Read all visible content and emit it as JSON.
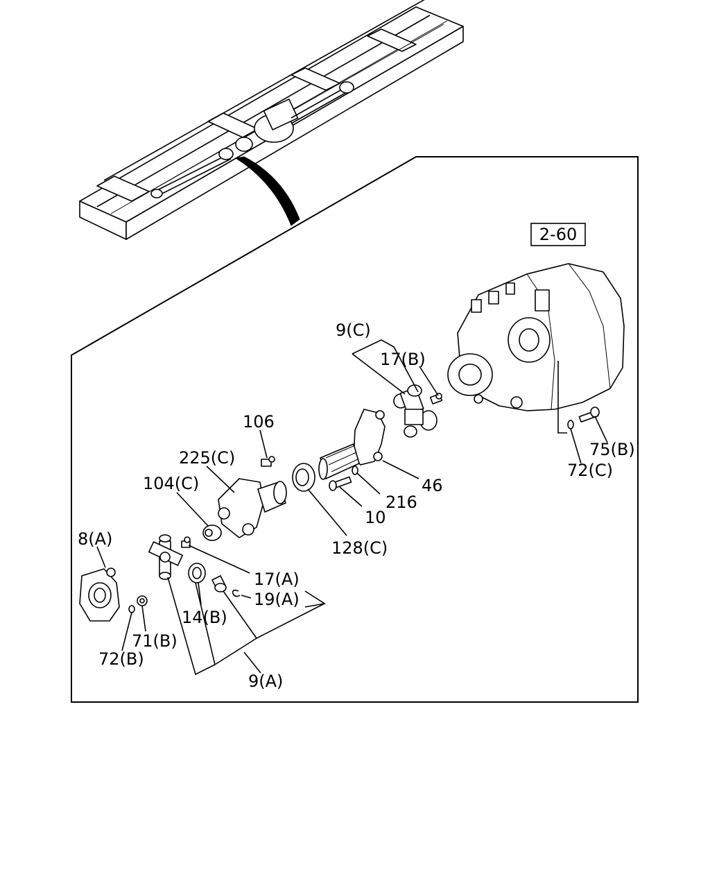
{
  "ref_box": "2-60",
  "callouts": {
    "c9C": "9(C)",
    "c17B": "17(B)",
    "c106": "106",
    "c225C": "225(C)",
    "c104C": "104(C)",
    "c46": "46",
    "c216": "216",
    "c10": "10",
    "c128C": "128(C)",
    "c75B": "75(B)",
    "c72C": "72(C)",
    "c8A": "8(A)",
    "c17A": "17(A)",
    "c19A": "19(A)",
    "c14B": "14(B)",
    "c71B": "71(B)",
    "c72B": "72(B)",
    "c9A": "9(A)"
  }
}
